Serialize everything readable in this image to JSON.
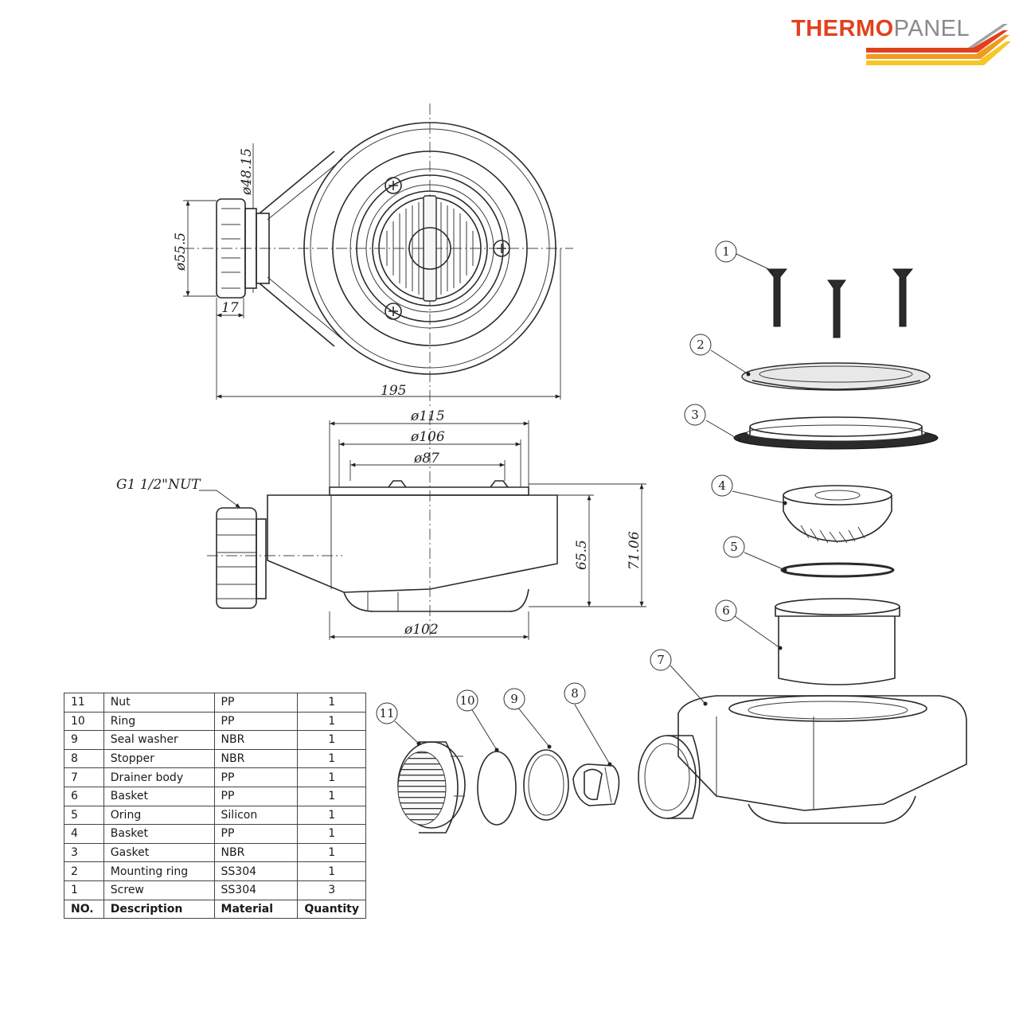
{
  "logo": {
    "part1": "THERMO",
    "part2": "PANEL",
    "colors": {
      "accent_red": "#e2401d",
      "accent_orange": "#f29a1f",
      "accent_yellow": "#f7c825",
      "grey": "#8a8a8a"
    }
  },
  "dimensions": {
    "d48": "ø48.15",
    "d55": "ø55.5",
    "w17": "17",
    "w195": "195",
    "d115": "ø115",
    "d106": "ø106",
    "d87": "ø87",
    "h655": "65.5",
    "h7106": "71.06",
    "d102": "ø102",
    "nut": "G1 1/2\"NUT"
  },
  "callouts": [
    "1",
    "2",
    "3",
    "4",
    "5",
    "6",
    "7",
    "8",
    "9",
    "10",
    "11"
  ],
  "table": {
    "headers": [
      "NO.",
      "Description",
      "Material",
      "Quantity"
    ],
    "rows": [
      [
        "11",
        "Nut",
        "PP",
        "1"
      ],
      [
        "10",
        "Ring",
        "PP",
        "1"
      ],
      [
        "9",
        "Seal washer",
        "NBR",
        "1"
      ],
      [
        "8",
        "Stopper",
        "NBR",
        "1"
      ],
      [
        "7",
        "Drainer body",
        "PP",
        "1"
      ],
      [
        "6",
        "Basket",
        "PP",
        "1"
      ],
      [
        "5",
        "Oring",
        "Silicon",
        "1"
      ],
      [
        "4",
        "Basket",
        "PP",
        "1"
      ],
      [
        "3",
        "Gasket",
        "NBR",
        "1"
      ],
      [
        "2",
        "Mounting ring",
        "SS304",
        "1"
      ],
      [
        "1",
        "Screw",
        "SS304",
        "3"
      ]
    ]
  }
}
